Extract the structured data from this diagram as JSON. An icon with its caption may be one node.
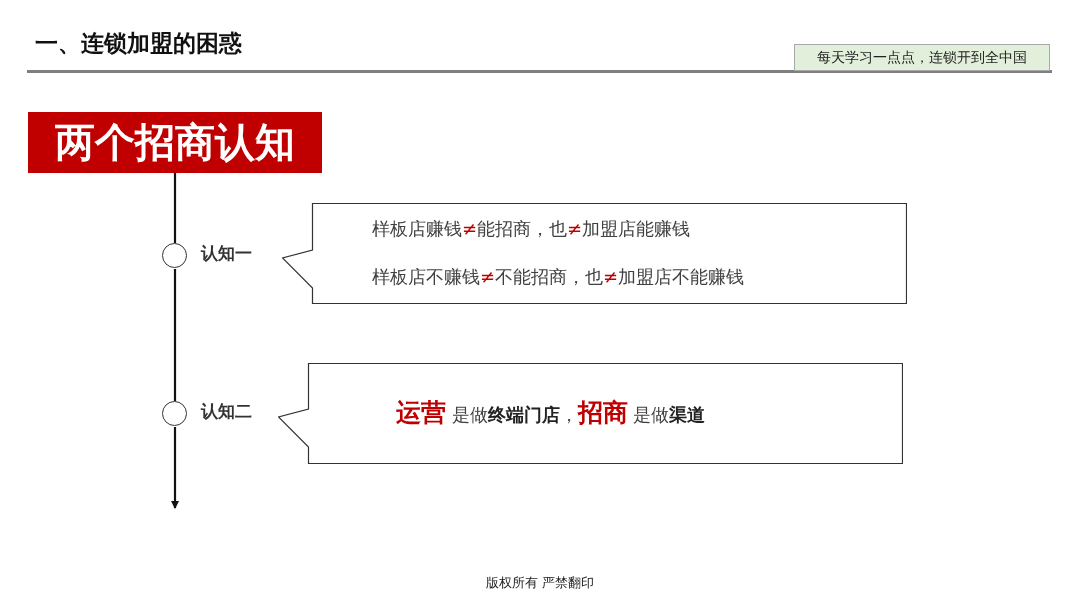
{
  "diagram": {
    "title": "一、连锁加盟的困惑",
    "nodes": [
      {
        "text": [
          "两个招商认知"
        ]
      },
      {
        "text": [],
        "shape": "circle",
        "beside": [
          "认知一"
        ]
      },
      {
        "text": [
          "样板店赚钱≠能招商，也≠加盟店能赚钱",
          "样板店不赚钱≠不能招商，也≠加盟店不能赚钱"
        ]
      },
      {
        "text": [],
        "shape": "circle",
        "beside": [
          "认知二"
        ]
      },
      {
        "text": [
          "**运营** 是做**终端门店**，**招商** 是做**渠道**"
        ]
      }
    ],
    "edges": [
      {
        "from": 0,
        "to": 1,
        "arrow": "none"
      },
      {
        "from": 1,
        "to": 3,
        "arrow": "none"
      },
      {
        "from": 3,
        "to": null,
        "arrow": "to"
      }
    ],
    "labels": [
      "每天学习一点点，连锁开到全中国",
      "版权所有 严禁翻印"
    ]
  }
}
